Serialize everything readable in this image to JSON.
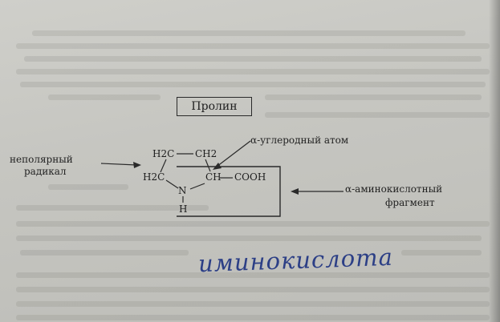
{
  "figure": {
    "title": "Пролин",
    "labels": {
      "nonpolar_line1": "неполярный",
      "nonpolar_line2": "радикал",
      "alpha_carbon": "α-углеродный атом",
      "alpha_amino_line1": "α-аминокислотный",
      "alpha_amino_line2": "фрагмент"
    },
    "structure": {
      "top_left": "H2C",
      "top_right": "CH2",
      "mid_left": "H2C",
      "mid_ch": "CH",
      "carboxyl": "COOH",
      "nitrogen": "N",
      "hydrogen": "H"
    }
  },
  "handwriting": {
    "text": "иминокислота",
    "color": "#2c3f86"
  }
}
